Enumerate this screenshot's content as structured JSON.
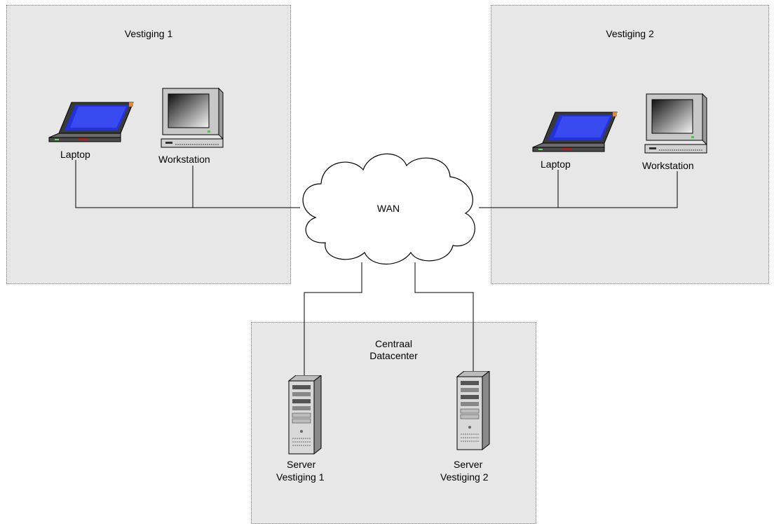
{
  "zones": {
    "branch1": {
      "title": "Vestiging 1"
    },
    "branch2": {
      "title": "Vestiging 2"
    },
    "datacenter": {
      "title_line1": "Centraal",
      "title_line2": "Datacenter"
    }
  },
  "devices": {
    "branch1_laptop": "Laptop",
    "branch1_workstation": "Workstation",
    "branch2_laptop": "Laptop",
    "branch2_workstation": "Workstation",
    "server1_line1": "Server",
    "server1_line2": "Vestiging 1",
    "server2_line1": "Server",
    "server2_line2": "Vestiging 2"
  },
  "wan": {
    "label": "WAN"
  },
  "icons": [
    "laptop-icon",
    "workstation-icon",
    "server-icon",
    "cloud-icon"
  ],
  "colors": {
    "zone_fill": "#e7e7e7",
    "zone_border": "#7a7a7a",
    "line": "#000000",
    "screen_blue": "#2233dd"
  }
}
